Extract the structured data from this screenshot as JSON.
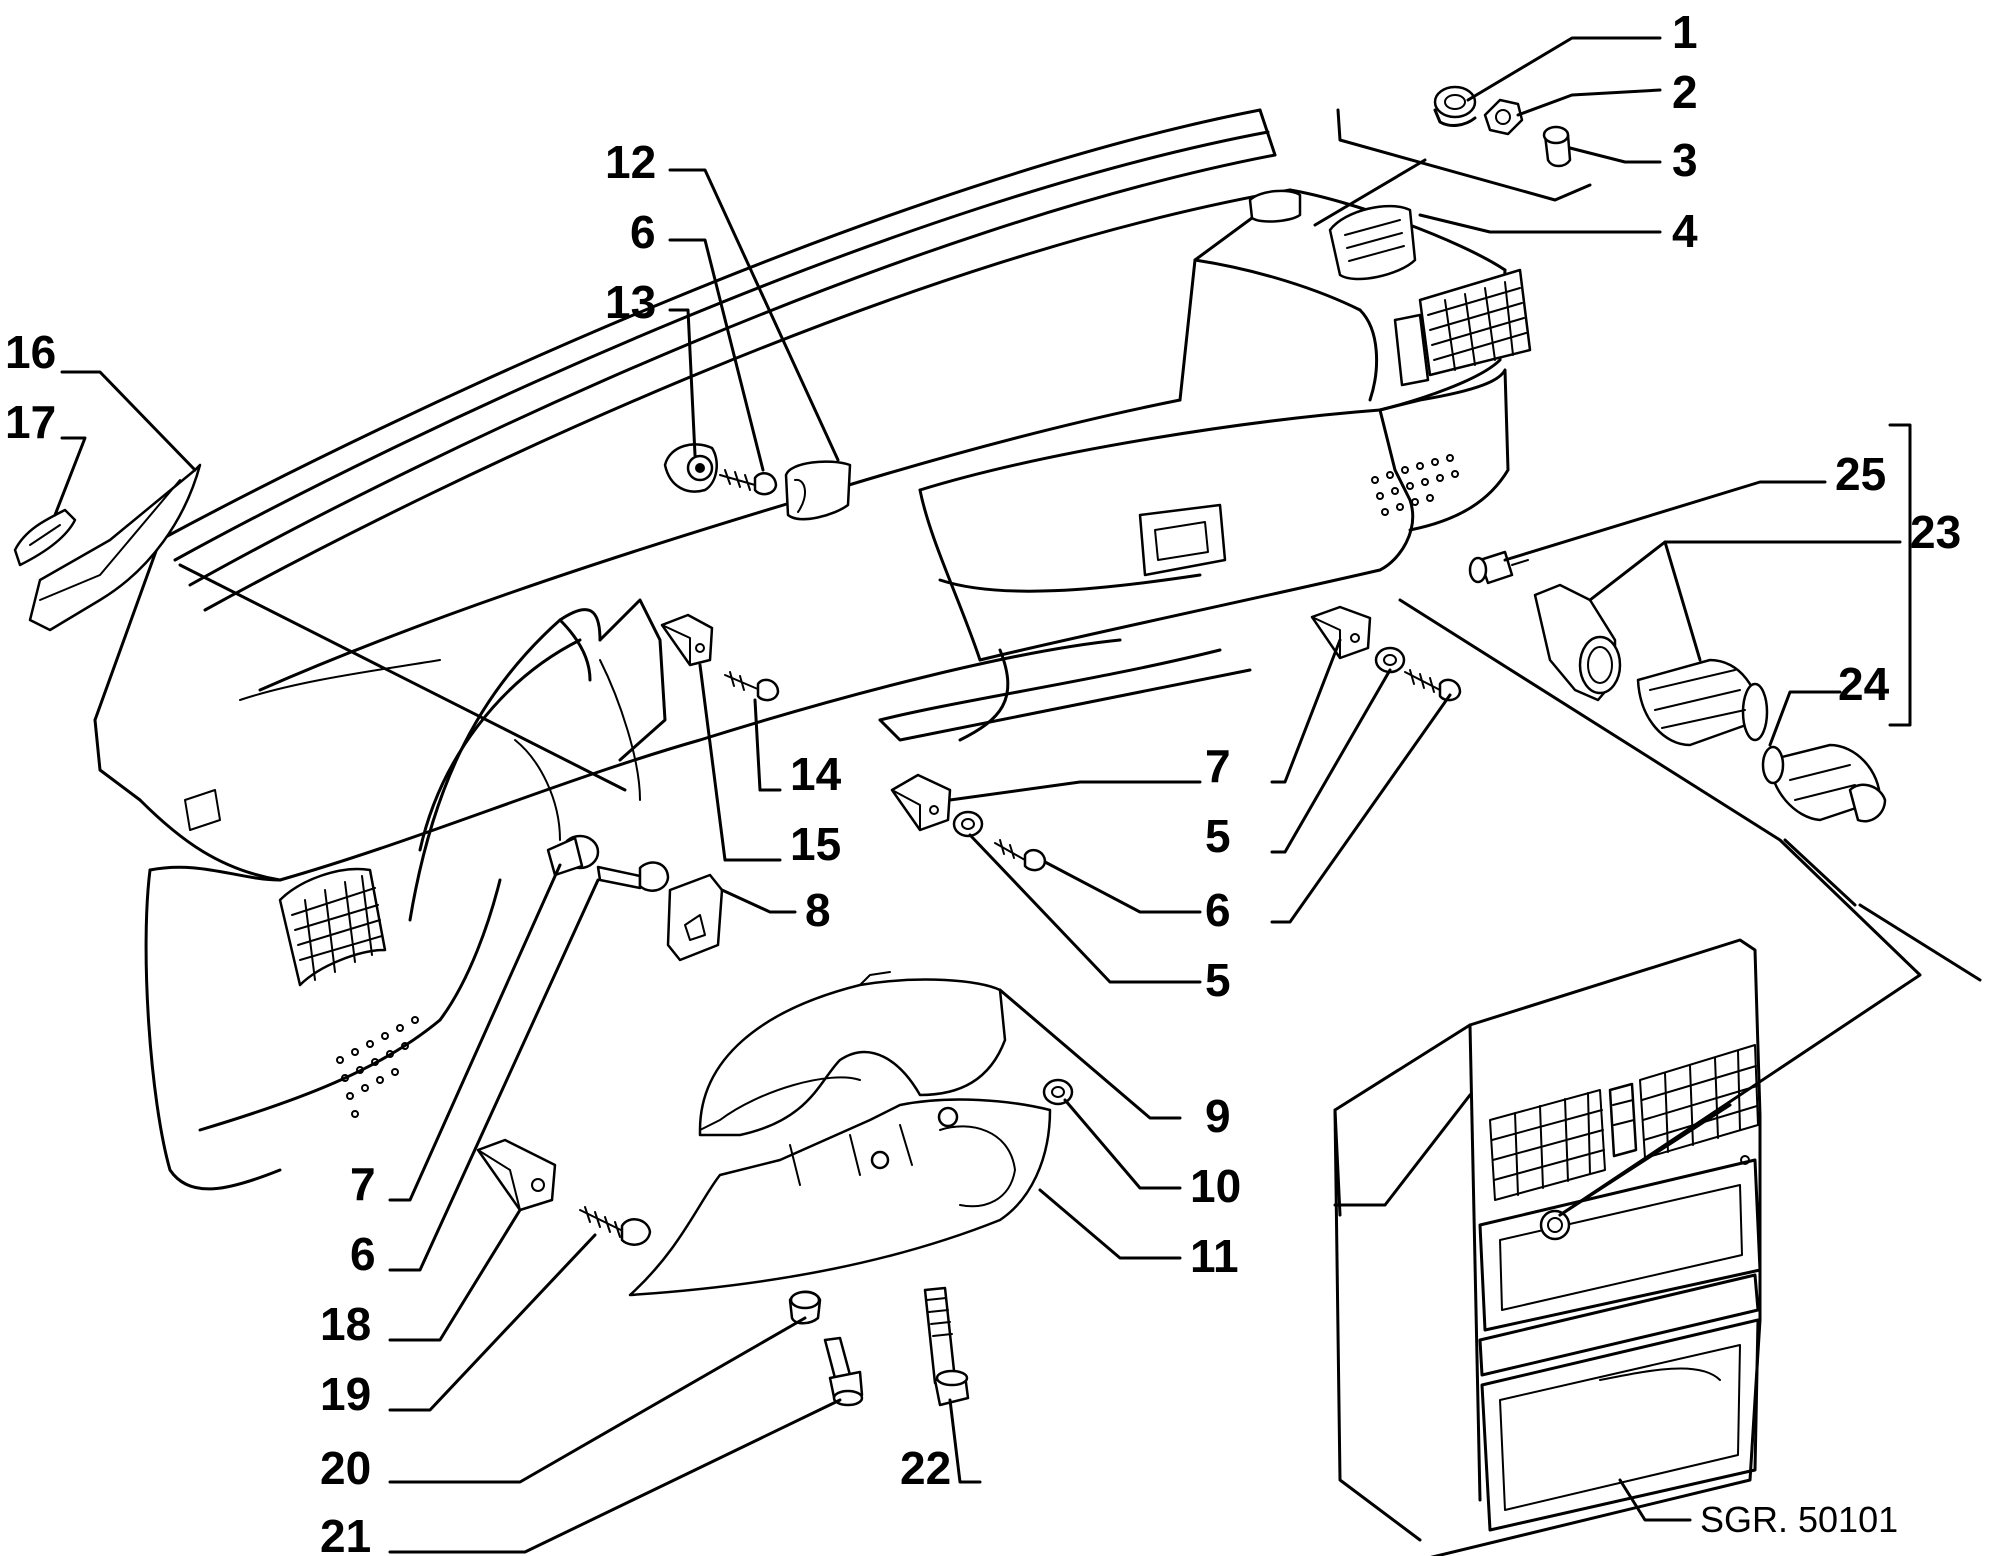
{
  "diagram": {
    "reference": "SGR. 50101",
    "callouts": [
      "1",
      "2",
      "3",
      "4",
      "5",
      "5",
      "5",
      "6",
      "6",
      "6",
      "6",
      "7",
      "7",
      "7",
      "8",
      "9",
      "10",
      "11",
      "12",
      "13",
      "14",
      "15",
      "16",
      "17",
      "18",
      "19",
      "20",
      "21",
      "22",
      "23",
      "24",
      "25"
    ]
  }
}
